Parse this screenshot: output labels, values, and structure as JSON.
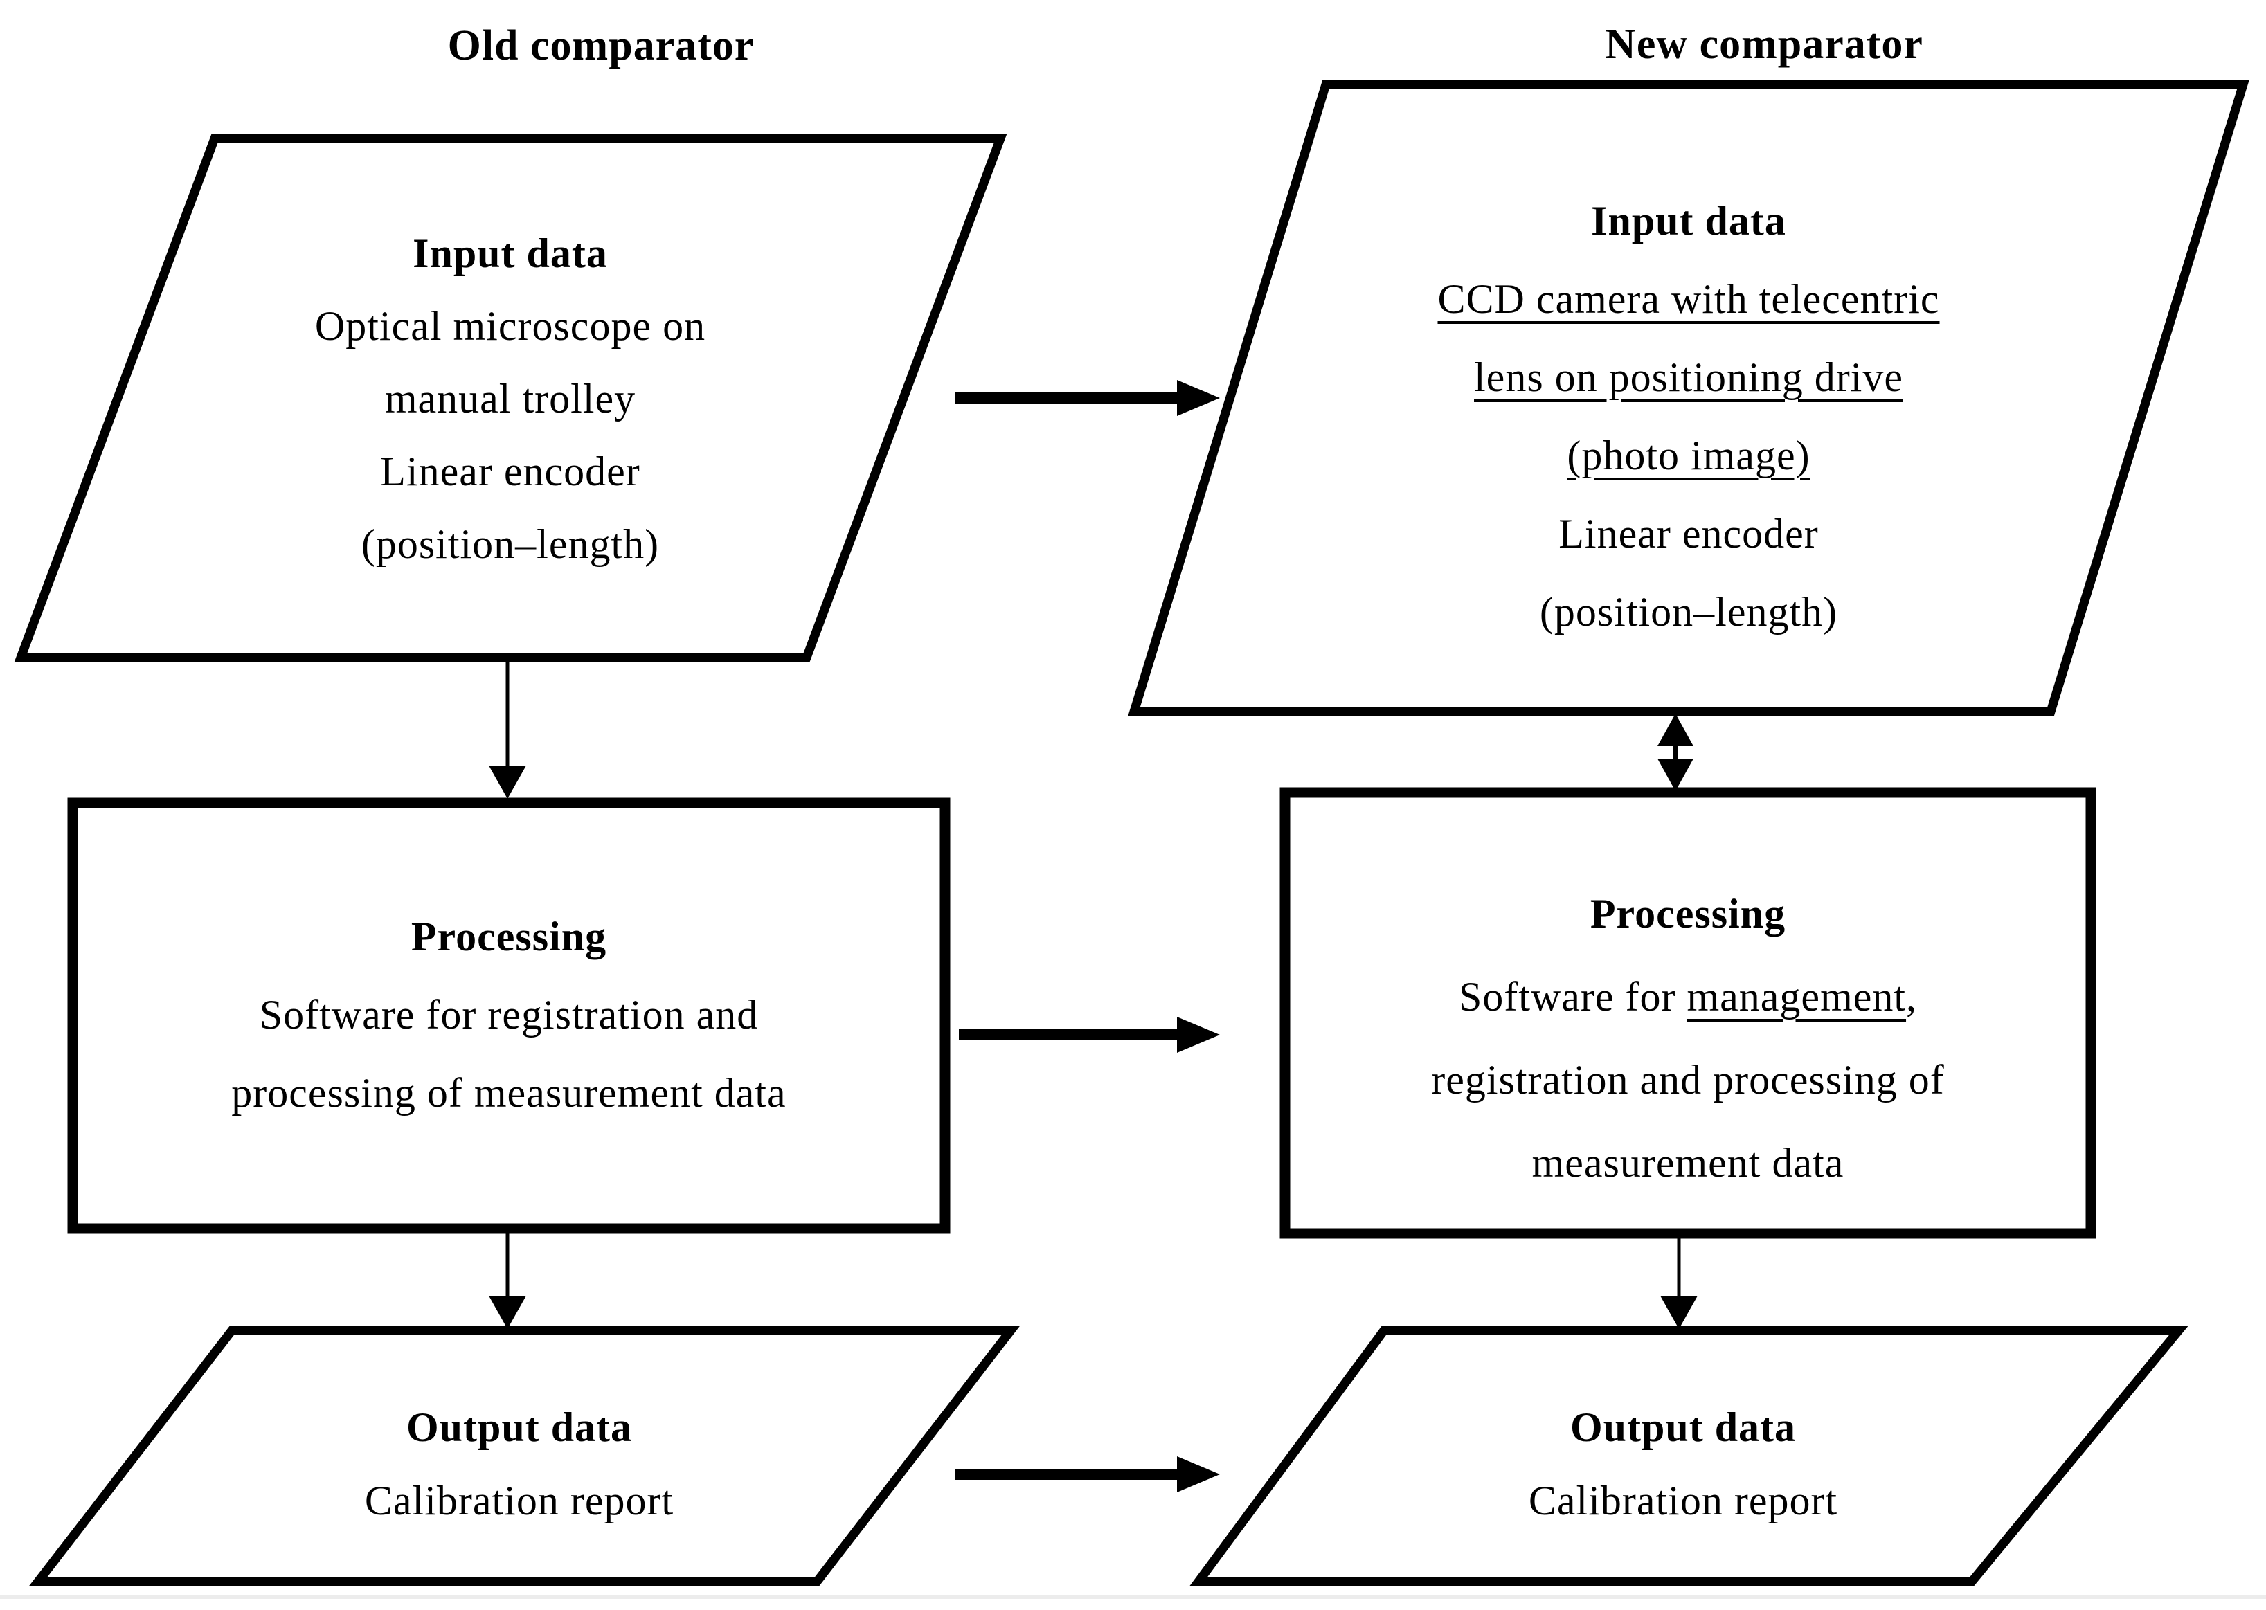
{
  "diagram": {
    "colors": {
      "stroke": "#000000",
      "background": "#ffffff",
      "footer_rule": "#ececec"
    },
    "columns": [
      {
        "title": "Old comparator",
        "input": {
          "heading": "Input data",
          "lines": [
            "Optical microscope on",
            "manual trolley",
            "Linear encoder",
            "(position–length)"
          ]
        },
        "processing": {
          "heading": "Processing",
          "lines": [
            "Software for registration and",
            "processing of measurement data"
          ]
        },
        "output": {
          "heading": "Output data",
          "lines": [
            "Calibration report"
          ]
        }
      },
      {
        "title": "New comparator",
        "input": {
          "heading": "Input data",
          "underlined": [
            "CCD camera with telecentric",
            "lens on positioning drive",
            "(photo image)"
          ],
          "lines": [
            "Linear encoder",
            "(position–length)"
          ]
        },
        "processing": {
          "heading": "Processing",
          "software_prefix": "Software for ",
          "software_underlined": "management",
          "software_suffix": ",",
          "lines": [
            "registration and processing of",
            "measurement data"
          ]
        },
        "output": {
          "heading": "Output data",
          "lines": [
            "Calibration report"
          ]
        }
      }
    ]
  }
}
